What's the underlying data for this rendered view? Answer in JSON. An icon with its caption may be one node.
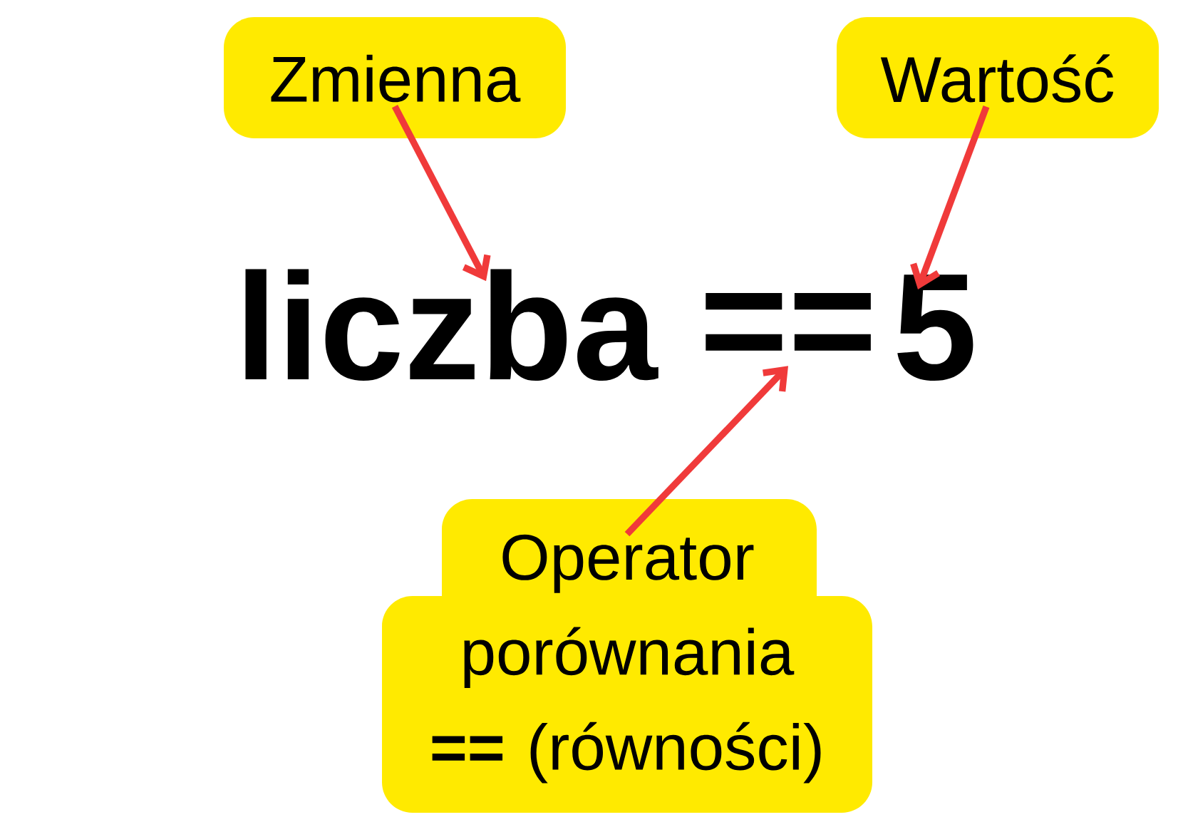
{
  "diagram": {
    "nodes": [
      {
        "text": [
          "Zmienna"
        ]
      },
      {
        "text": [
          "Wartość"
        ]
      },
      {
        "text": [
          "liczba"
        ]
      },
      {
        "text": [
          "=="
        ]
      },
      {
        "text": [
          "5"
        ]
      },
      {
        "text": [
          "Operator porównania **==** (równości)"
        ]
      }
    ],
    "edges": [
      {
        "from": 0,
        "to": 2,
        "arrow": "to"
      },
      {
        "from": 1,
        "to": 4,
        "arrow": "to"
      },
      {
        "from": 5,
        "to": 3,
        "arrow": "to"
      }
    ]
  }
}
